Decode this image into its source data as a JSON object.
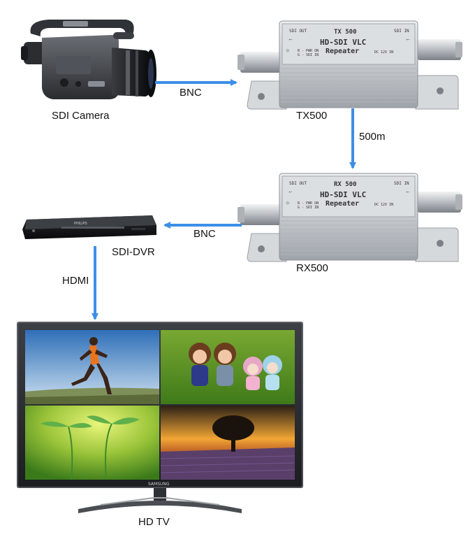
{
  "nodes": {
    "camera": {
      "label": "SDI Camera"
    },
    "tx": {
      "label": "TX500",
      "model_print": "TX 500",
      "title_print": "HD-SDI VLC",
      "sub_print": "Repeater",
      "port_left": "SDI OUT",
      "port_right": "SDI IN",
      "led_print": "R - PWR ON\nG - SDI IN",
      "power_print": "DC 12V IN"
    },
    "rx": {
      "label": "RX500",
      "model_print": "RX 500",
      "title_print": "HD-SDI VLC",
      "sub_print": "Repeater",
      "port_left": "SDI OUT",
      "port_right": "SDI IN",
      "led_print": "R - PWR ON\nG - SDI IN",
      "power_print": "DC 12V IN"
    },
    "dvr": {
      "label": "SDI-DVR",
      "brand_print": "PHILIPS"
    },
    "tv": {
      "label": "HD TV",
      "brand_print": "SAMSUNG"
    }
  },
  "links": {
    "camera_to_tx": "BNC",
    "tx_to_rx": "500m",
    "rx_to_dvr": "BNC",
    "dvr_to_tv": "HDMI"
  },
  "colors": {
    "arrow": "#3d8fe6",
    "device_body": "#c9cdd2",
    "tv_frame": "#2a2d31"
  }
}
